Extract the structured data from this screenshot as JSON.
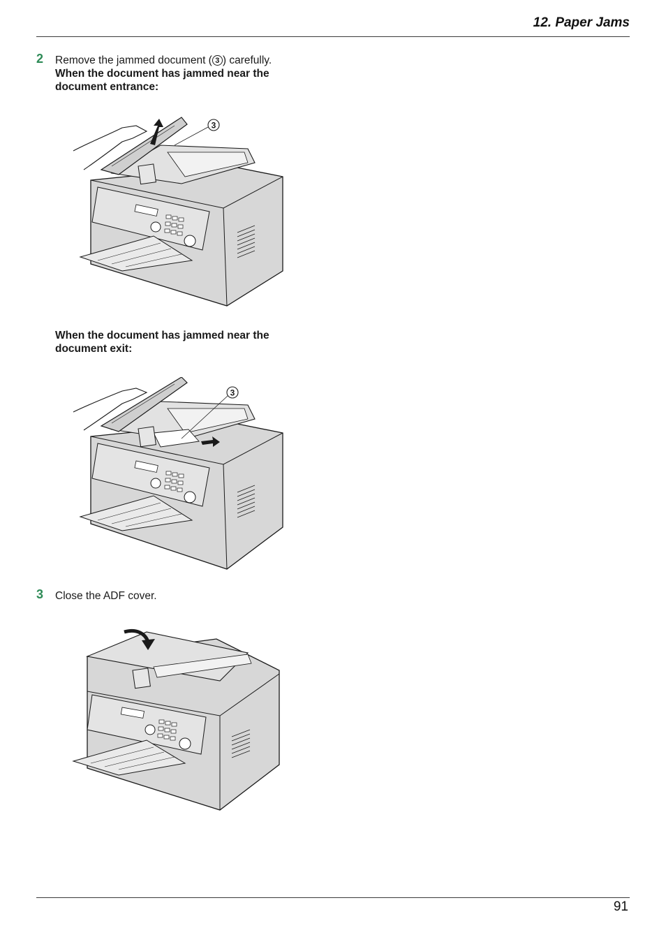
{
  "header": {
    "title": "12. Paper Jams"
  },
  "steps": {
    "step2": {
      "number": "2",
      "text_before": "Remove the jammed document (",
      "callout": "3",
      "text_after": ") carefully.",
      "sub1_line1": "When the document has jammed near the",
      "sub1_line2": "document entrance:",
      "sub2_line1": "When the document has jammed near the",
      "sub2_line2": "document exit:"
    },
    "step3": {
      "number": "3",
      "text": "Close the ADF cover."
    }
  },
  "figures": {
    "callout_label": "3"
  },
  "footer": {
    "page_number": "91"
  },
  "colors": {
    "step_number": "#2e8b57",
    "machine_fill": "#d7d7d7",
    "outline": "#1a1a1a"
  }
}
